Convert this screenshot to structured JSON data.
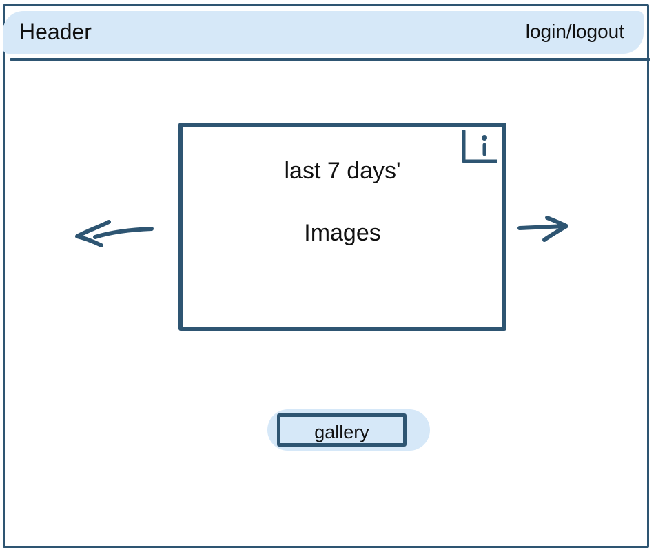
{
  "header": {
    "title": "Header",
    "login_label": "login/logout"
  },
  "carousel": {
    "line1": "last 7 days'",
    "line2": "Images",
    "info_icon": "info-icon",
    "prev_icon": "arrow-left-icon",
    "next_icon": "arrow-right-icon"
  },
  "gallery": {
    "button_label": "gallery"
  },
  "colors": {
    "stroke": "#2e5572",
    "highlight": "#d6e8f8"
  }
}
